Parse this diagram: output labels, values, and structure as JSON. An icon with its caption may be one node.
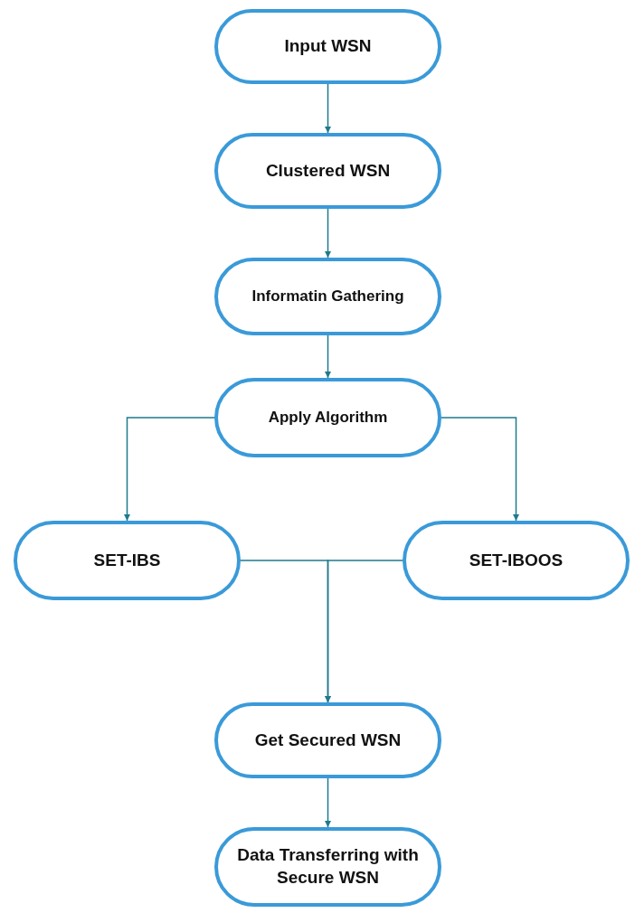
{
  "diagram": {
    "nodes": [
      {
        "text": [
          "Input WSN"
        ]
      },
      {
        "text": [
          "Clustered WSN"
        ]
      },
      {
        "text": [
          "Informatin Gathering"
        ]
      },
      {
        "text": [
          "Apply Algorithm"
        ]
      },
      {
        "text": [
          "SET-IBS"
        ]
      },
      {
        "text": [
          "SET-IBOOS"
        ]
      },
      {
        "text": [
          "Get Secured WSN"
        ]
      },
      {
        "text": [
          "Data Transferring with Secure WSN"
        ]
      }
    ],
    "edges": [
      {
        "from": 0,
        "to": 1,
        "arrow": "to"
      },
      {
        "from": 1,
        "to": 2,
        "arrow": "to"
      },
      {
        "from": 2,
        "to": 3,
        "arrow": "to"
      },
      {
        "from": 3,
        "to": 4,
        "arrow": "to"
      },
      {
        "from": 3,
        "to": 5,
        "arrow": "to"
      },
      {
        "from": 4,
        "to": 6,
        "arrow": "to"
      },
      {
        "from": 5,
        "to": 6,
        "arrow": "to"
      },
      {
        "from": 6,
        "to": 7,
        "arrow": "to"
      }
    ]
  }
}
